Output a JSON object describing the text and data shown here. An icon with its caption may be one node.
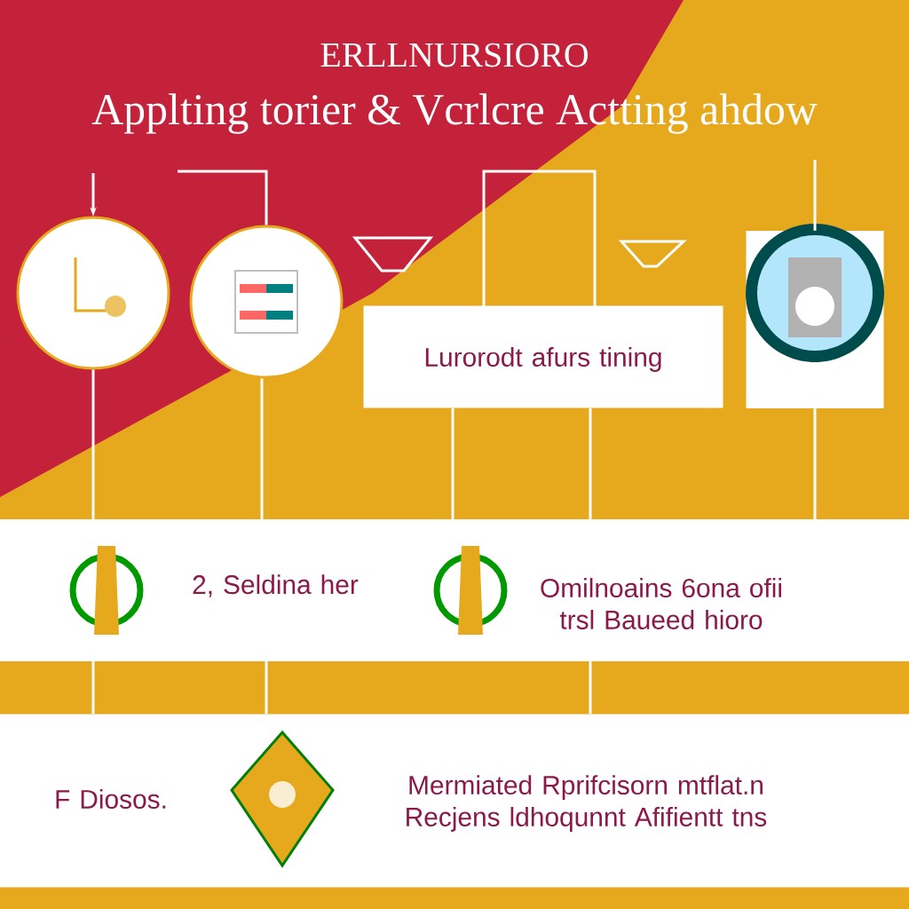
{
  "diagram": {
    "title": "Applting torier & Vcrlcre Actting ahdow",
    "nodes": [
      {
        "text": [],
        "shape": "circle"
      },
      {
        "text": [],
        "shape": "circle"
      },
      {
        "text": [
          "Lurorodt afurs tining"
        ]
      },
      {
        "text": [],
        "shape": "box"
      },
      {
        "text": [
          "2, Seldina her",
          "Omilnoains 6ona ofii trsl Baueed hioro"
        ]
      },
      {
        "text": [
          "F Diosos.",
          "Mermiated Rprifcisorn mtflat.n Recjens ldhoqunnt Afifientt tns"
        ]
      }
    ],
    "edges": [
      {
        "from": null,
        "to": 0,
        "arrow": "to"
      },
      {
        "from": null,
        "to": 1,
        "arrow": "none"
      },
      {
        "from": null,
        "to": 3,
        "arrow": "none"
      },
      {
        "from": 0,
        "to": 4,
        "arrow": "none"
      },
      {
        "from": 1,
        "to": 4,
        "arrow": "none"
      },
      {
        "from": 2,
        "to": 4,
        "arrow": "none"
      },
      {
        "from": 2,
        "to": 4,
        "arrow": "none"
      },
      {
        "from": 3,
        "to": 4,
        "arrow": "none"
      },
      {
        "from": 4,
        "to": 5,
        "arrow": "none"
      },
      {
        "from": 4,
        "to": 5,
        "arrow": "none"
      },
      {
        "from": 4,
        "to": 5,
        "arrow": "none"
      }
    ],
    "labels": [
      "ERLLNURSIORO"
    ]
  }
}
